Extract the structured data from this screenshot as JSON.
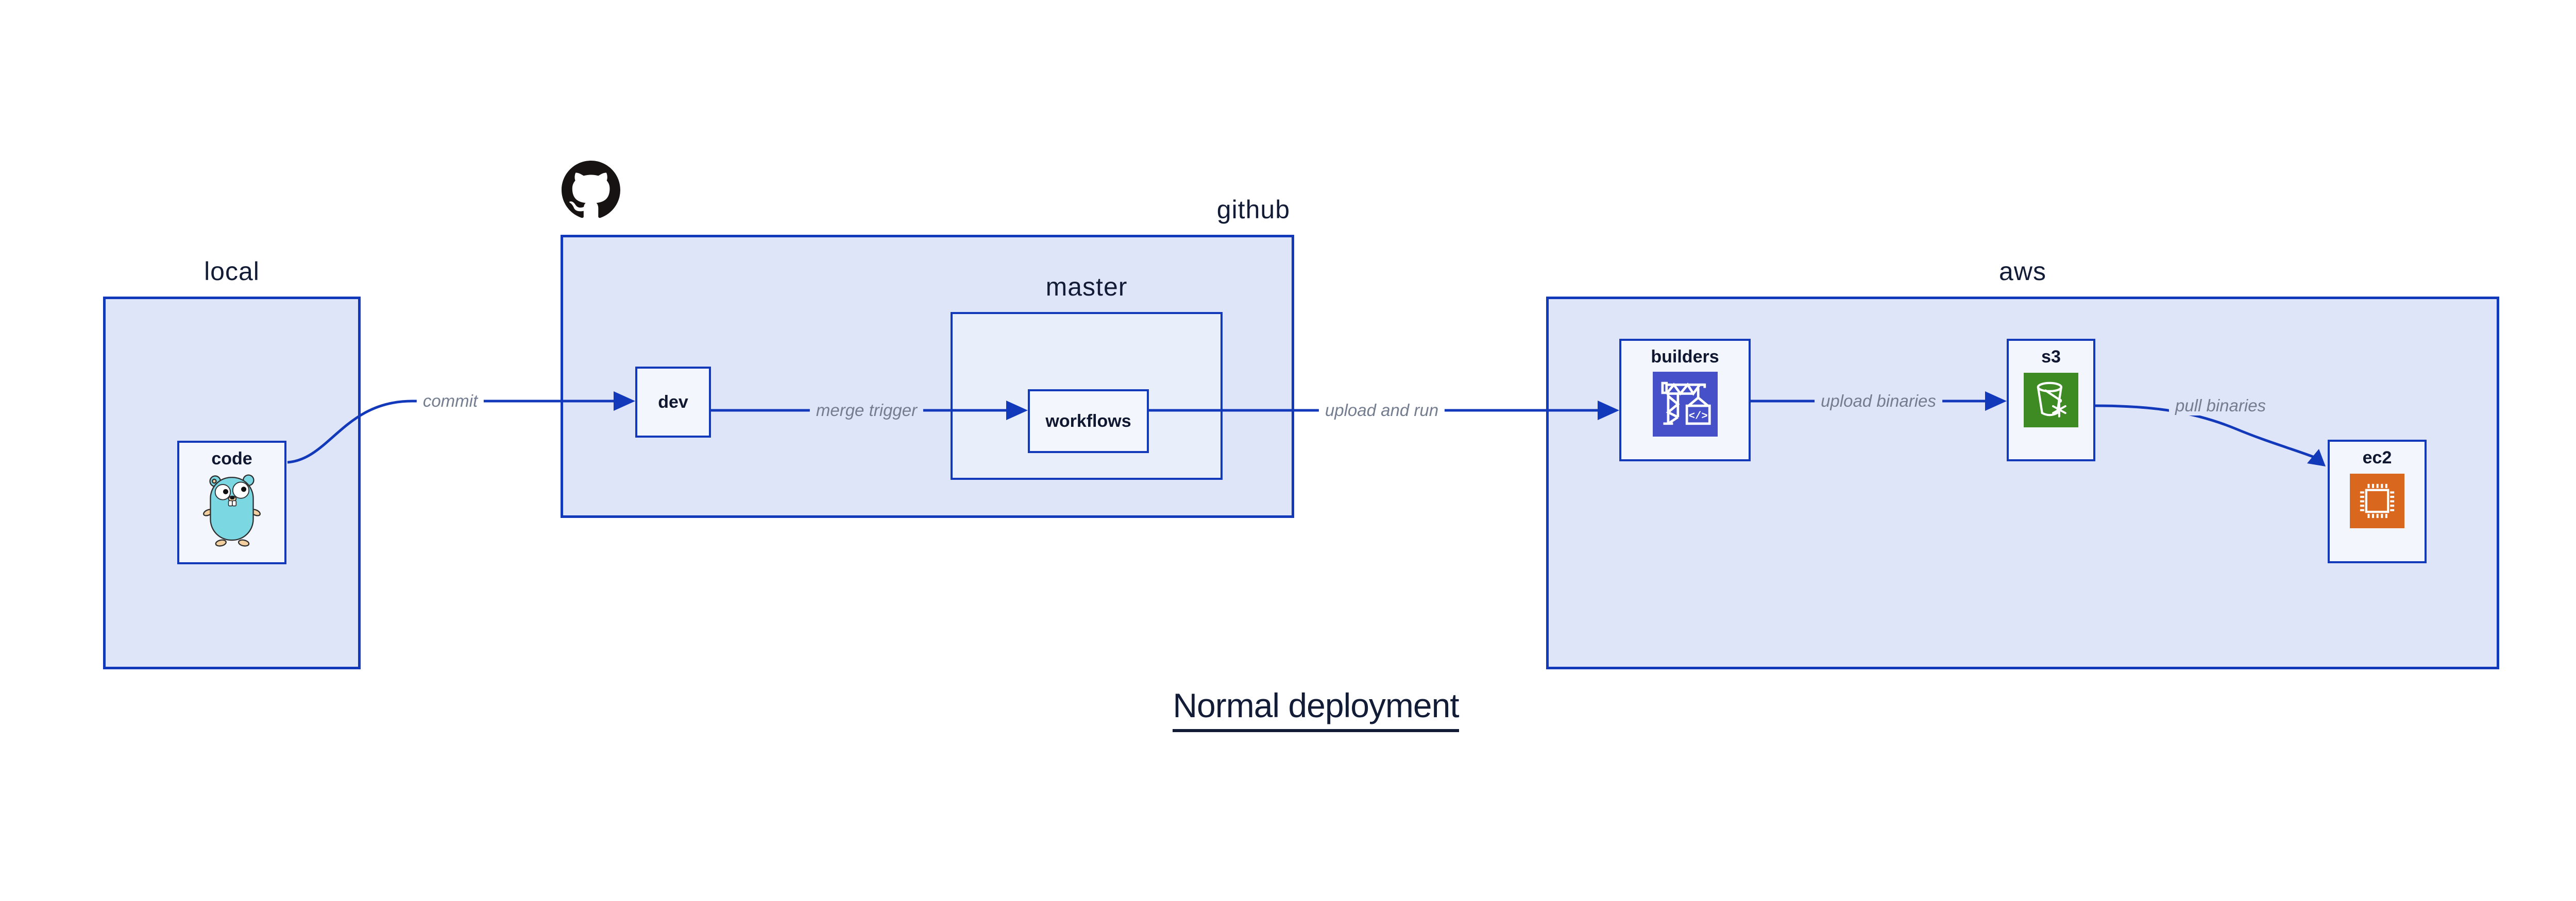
{
  "diagram_title": "Normal deployment",
  "containers": {
    "local": {
      "label": "local"
    },
    "github": {
      "label": "github",
      "logo": "github-octocat-logo"
    },
    "master": {
      "label": "master"
    },
    "aws": {
      "label": "aws"
    }
  },
  "nodes": {
    "code": {
      "label": "code",
      "icon": "go-gopher-icon"
    },
    "dev": {
      "label": "dev"
    },
    "workflows": {
      "label": "workflows"
    },
    "builders": {
      "label": "builders",
      "icon": "aws-codebuild-crane-icon"
    },
    "s3": {
      "label": "s3",
      "icon": "aws-s3-bucket-icon"
    },
    "ec2": {
      "label": "ec2",
      "icon": "aws-ec2-chip-icon"
    }
  },
  "edges": {
    "commit": {
      "label": "commit",
      "from": "code",
      "to": "dev"
    },
    "merge_trigger": {
      "label": "merge trigger",
      "from": "dev",
      "to": "workflows"
    },
    "upload_and_run": {
      "label": "upload and run",
      "from": "workflows",
      "to": "builders"
    },
    "upload_binaries": {
      "label": "upload binaries",
      "from": "builders",
      "to": "s3"
    },
    "pull_binaries": {
      "label": "pull binaries",
      "from": "s3",
      "to": "ec2"
    }
  },
  "colors": {
    "line_blue": "#1339bb",
    "outer_box_fill": "#dfe5f9",
    "mid_box_fill": "#e9eefb",
    "leaf_box_fill": "#f3f6fd",
    "text_dark": "#131c36",
    "edge_label_gray": "#747d8f",
    "codebuild_indigo": "#4651c9",
    "s3_green": "#3e8b24",
    "ec2_orange": "#d9671d",
    "gopher_teal": "#7bd7e2",
    "octocat_black": "#161312"
  }
}
